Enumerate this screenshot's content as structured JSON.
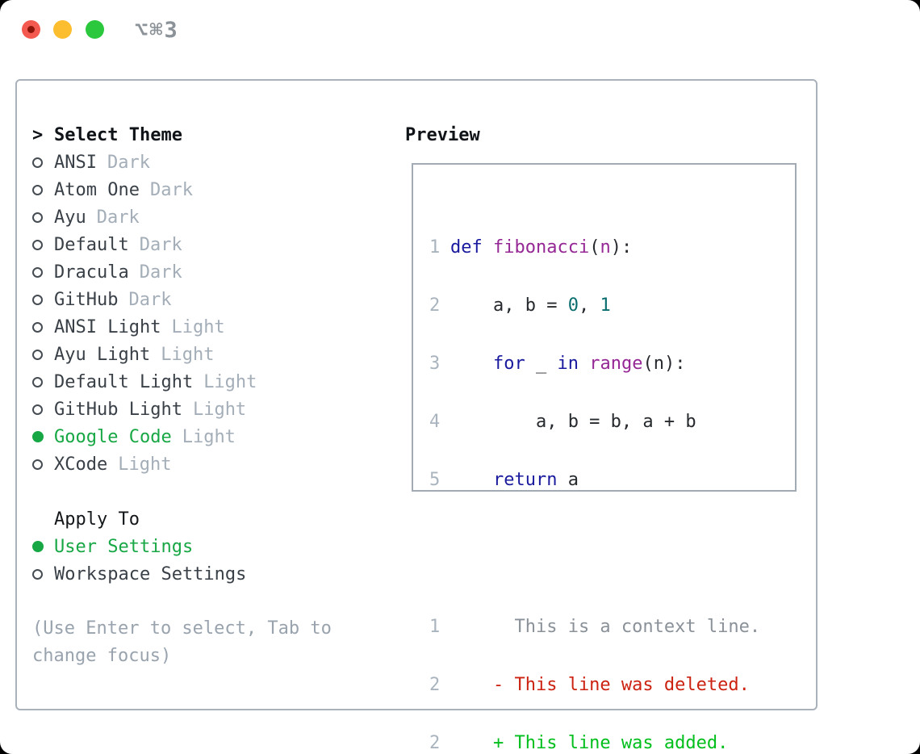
{
  "window": {
    "title": "⌥⌘3",
    "traffic_lights": [
      "close-red",
      "minimize-yellow",
      "zoom-green"
    ]
  },
  "colors": {
    "accent_green": "#18a745",
    "keyword_blue": "#1a1a9e",
    "function_purple": "#952895",
    "number_teal": "#0b6e6e",
    "deleted_red": "#cc2211",
    "added_green": "#00bf1c",
    "context_gray": "#8a9199",
    "line_number_gray": "#a9b4be",
    "variant_gray": "#a4aeb8",
    "border_gray": "#a9b1bb",
    "traffic_red": "#f4594f",
    "traffic_yellow": "#fcbd2f",
    "traffic_green": "#2bc83e"
  },
  "theme_list": {
    "prompt": ">",
    "title": "Select Theme",
    "items": [
      {
        "name": "ANSI",
        "variant": "Dark",
        "selected": false
      },
      {
        "name": "Atom One",
        "variant": "Dark",
        "selected": false
      },
      {
        "name": "Ayu",
        "variant": "Dark",
        "selected": false
      },
      {
        "name": "Default",
        "variant": "Dark",
        "selected": false
      },
      {
        "name": "Dracula",
        "variant": "Dark",
        "selected": false
      },
      {
        "name": "GitHub",
        "variant": "Dark",
        "selected": false
      },
      {
        "name": "ANSI Light",
        "variant": "Light",
        "selected": false
      },
      {
        "name": "Ayu Light",
        "variant": "Light",
        "selected": false
      },
      {
        "name": "Default Light",
        "variant": "Light",
        "selected": false
      },
      {
        "name": "GitHub Light",
        "variant": "Light",
        "selected": false
      },
      {
        "name": "Google Code",
        "variant": "Light",
        "selected": true
      },
      {
        "name": "XCode",
        "variant": "Light",
        "selected": false
      }
    ]
  },
  "apply_to": {
    "title": "Apply To",
    "options": [
      {
        "name": "User Settings",
        "selected": true
      },
      {
        "name": "Workspace Settings",
        "selected": false
      }
    ]
  },
  "hint": "(Use Enter to select, Tab to change focus)",
  "preview": {
    "title": "Preview",
    "code": [
      {
        "num": "1",
        "segments": [
          {
            "t": "def",
            "c": "kw"
          },
          {
            "t": " ",
            "c": "plain"
          },
          {
            "t": "fibonacci",
            "c": "fn"
          },
          {
            "t": "(",
            "c": "plain"
          },
          {
            "t": "n",
            "c": "fn"
          },
          {
            "t": "):",
            "c": "plain"
          }
        ]
      },
      {
        "num": "2",
        "segments": [
          {
            "t": "    a, b = ",
            "c": "plain"
          },
          {
            "t": "0",
            "c": "num"
          },
          {
            "t": ", ",
            "c": "plain"
          },
          {
            "t": "1",
            "c": "num"
          }
        ]
      },
      {
        "num": "3",
        "segments": [
          {
            "t": "    ",
            "c": "plain"
          },
          {
            "t": "for",
            "c": "kw"
          },
          {
            "t": " _ ",
            "c": "plain"
          },
          {
            "t": "in",
            "c": "kw"
          },
          {
            "t": " ",
            "c": "plain"
          },
          {
            "t": "range",
            "c": "fn"
          },
          {
            "t": "(n):",
            "c": "plain"
          }
        ]
      },
      {
        "num": "4",
        "segments": [
          {
            "t": "        a, b = b, a + b",
            "c": "plain"
          }
        ]
      },
      {
        "num": "5",
        "segments": [
          {
            "t": "    ",
            "c": "plain"
          },
          {
            "t": "return",
            "c": "kw"
          },
          {
            "t": " a",
            "c": "plain"
          }
        ]
      }
    ],
    "diff": [
      {
        "num": "1",
        "type": "context",
        "text": "      This is a context line."
      },
      {
        "num": "2",
        "type": "deleted",
        "text": "    - This line was deleted."
      },
      {
        "num": "2",
        "type": "added",
        "text": "    + This line was added."
      }
    ]
  }
}
